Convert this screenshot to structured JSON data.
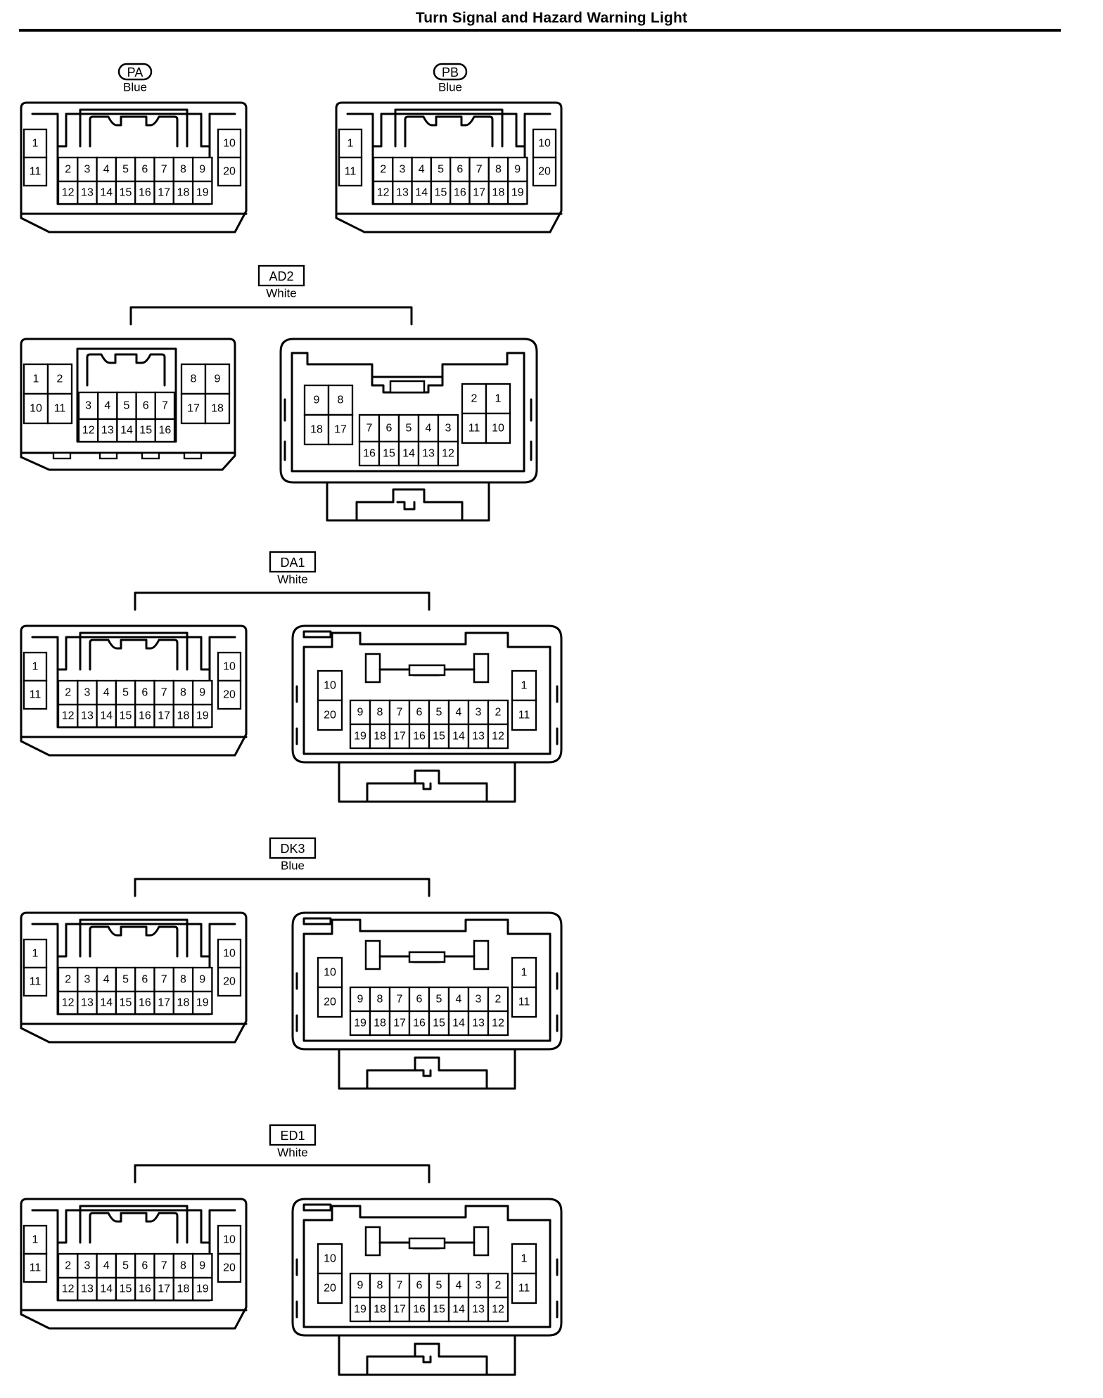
{
  "title": "Turn Signal and Hazard Warning Light",
  "colors": {
    "line": "#000000",
    "background": "#ffffff"
  },
  "connectors": [
    {
      "id": "PA",
      "label": "PA",
      "label_style": "rounded",
      "color": "Blue",
      "type": "single",
      "views": [
        {
          "type": "male20",
          "pins_top": [
            "1",
            "2",
            "3",
            "4",
            "5",
            "6",
            "7",
            "8",
            "9",
            "10"
          ],
          "pins_bottom": [
            "11",
            "12",
            "13",
            "14",
            "15",
            "16",
            "17",
            "18",
            "19",
            "20"
          ]
        }
      ]
    },
    {
      "id": "PB",
      "label": "PB",
      "label_style": "rounded",
      "color": "Blue",
      "type": "single",
      "views": [
        {
          "type": "male20",
          "pins_top": [
            "1",
            "2",
            "3",
            "4",
            "5",
            "6",
            "7",
            "8",
            "9",
            "10"
          ],
          "pins_bottom": [
            "11",
            "12",
            "13",
            "14",
            "15",
            "16",
            "17",
            "18",
            "19",
            "20"
          ]
        }
      ]
    },
    {
      "id": "AD2",
      "label": "AD2",
      "label_style": "box",
      "color": "White",
      "type": "pair",
      "views": [
        {
          "type": "male18",
          "pins_top": [
            "1",
            "2",
            "3",
            "4",
            "5",
            "6",
            "7",
            "8",
            "9"
          ],
          "pins_bottom": [
            "10",
            "11",
            "12",
            "13",
            "14",
            "15",
            "16",
            "17",
            "18"
          ]
        },
        {
          "type": "female18",
          "pins_top": [
            "9",
            "8",
            "7",
            "6",
            "5",
            "4",
            "3",
            "2",
            "1"
          ],
          "pins_bottom": [
            "18",
            "17",
            "16",
            "15",
            "14",
            "13",
            "12",
            "11",
            "10"
          ]
        }
      ]
    },
    {
      "id": "DA1",
      "label": "DA1",
      "label_style": "box",
      "color": "White",
      "type": "pair",
      "views": [
        {
          "type": "male20",
          "pins_top": [
            "1",
            "2",
            "3",
            "4",
            "5",
            "6",
            "7",
            "8",
            "9",
            "10"
          ],
          "pins_bottom": [
            "11",
            "12",
            "13",
            "14",
            "15",
            "16",
            "17",
            "18",
            "19",
            "20"
          ]
        },
        {
          "type": "female20",
          "pins_top": [
            "10",
            "9",
            "8",
            "7",
            "6",
            "5",
            "4",
            "3",
            "2",
            "1"
          ],
          "pins_bottom": [
            "20",
            "19",
            "18",
            "17",
            "16",
            "15",
            "14",
            "13",
            "12",
            "11"
          ]
        }
      ]
    },
    {
      "id": "DK3",
      "label": "DK3",
      "label_style": "box",
      "color": "Blue",
      "type": "pair",
      "views": [
        {
          "type": "male20",
          "pins_top": [
            "1",
            "2",
            "3",
            "4",
            "5",
            "6",
            "7",
            "8",
            "9",
            "10"
          ],
          "pins_bottom": [
            "11",
            "12",
            "13",
            "14",
            "15",
            "16",
            "17",
            "18",
            "19",
            "20"
          ]
        },
        {
          "type": "female20",
          "pins_top": [
            "10",
            "9",
            "8",
            "7",
            "6",
            "5",
            "4",
            "3",
            "2",
            "1"
          ],
          "pins_bottom": [
            "20",
            "19",
            "18",
            "17",
            "16",
            "15",
            "14",
            "13",
            "12",
            "11"
          ]
        }
      ]
    },
    {
      "id": "ED1",
      "label": "ED1",
      "label_style": "box",
      "color": "White",
      "type": "pair",
      "views": [
        {
          "type": "male20",
          "pins_top": [
            "1",
            "2",
            "3",
            "4",
            "5",
            "6",
            "7",
            "8",
            "9",
            "10"
          ],
          "pins_bottom": [
            "11",
            "12",
            "13",
            "14",
            "15",
            "16",
            "17",
            "18",
            "19",
            "20"
          ]
        },
        {
          "type": "female20",
          "pins_top": [
            "10",
            "9",
            "8",
            "7",
            "6",
            "5",
            "4",
            "3",
            "2",
            "1"
          ],
          "pins_bottom": [
            "20",
            "19",
            "18",
            "17",
            "16",
            "15",
            "14",
            "13",
            "12",
            "11"
          ]
        }
      ]
    }
  ]
}
